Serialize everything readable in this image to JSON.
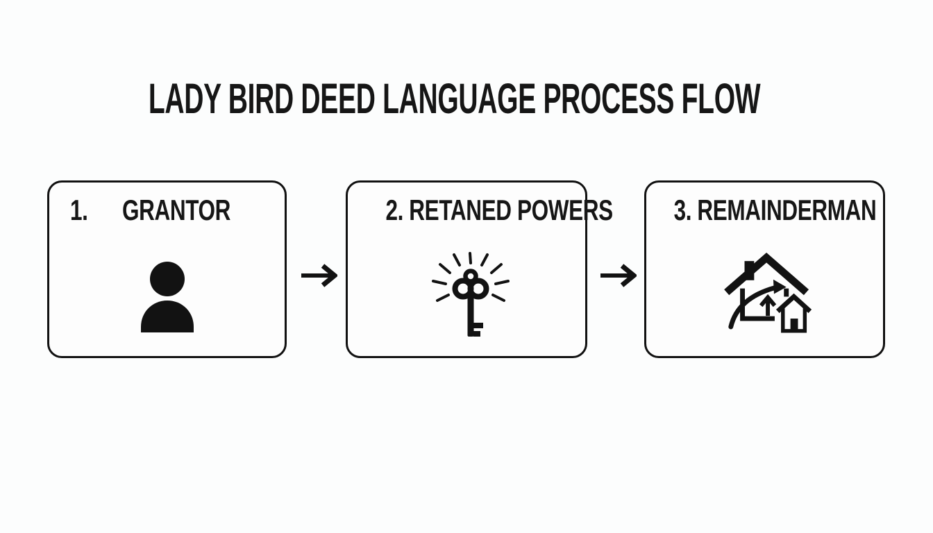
{
  "title": "LADY BIRD DEED LANGUAGE PROCESS FLOW",
  "steps": [
    {
      "number": "1.",
      "label": "GRANTOR",
      "icon": "person-icon"
    },
    {
      "number": "2.",
      "label": "RETANED POWERS",
      "icon": "sparkling-key-icon"
    },
    {
      "number": "3.",
      "label": "REMAINDERMAN",
      "icon": "house-transfer-icon"
    }
  ],
  "connectors": [
    {
      "symbol": "→"
    },
    {
      "symbol": "→"
    }
  ],
  "colors": {
    "background": "#fcfdfd",
    "ink": "#121212",
    "box_border": "#111111"
  }
}
